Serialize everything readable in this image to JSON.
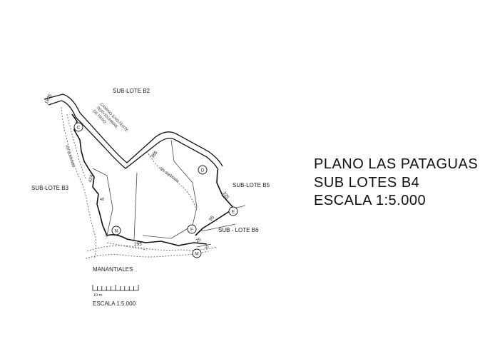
{
  "map": {
    "labels": {
      "sub_lote_b2": "SUB-LOTE B2",
      "sub_lote_b3": "SUB-LOTE B3",
      "sub_lote_b5": "SUB-LOTE B5",
      "sub_lote_b6": "SUB - LOTE B6",
      "manantiales": "MANANTIALES",
      "road_line1": "CAMINO EXISTENTE",
      "road_line2": "SERVIDUMBRE",
      "road_line3": "DE PASO",
      "quebrada_west": "eje quebrada",
      "quebrada_center": "eje quebrada"
    },
    "elevations": {
      "e1895": "1895",
      "e385": "385",
      "e424": "424",
      "e335": "335",
      "e95": "95",
      "e295": "295",
      "e25": "25",
      "e20": "20",
      "e40": "40",
      "e0": "0"
    },
    "vertices": {
      "c": "C",
      "d": "D",
      "e": "E",
      "f": "F",
      "m": "M",
      "n": "N"
    },
    "scale_bar": {
      "unit": "10 m.",
      "caption": "ESCALA 1:5.000",
      "divisions": 10
    }
  },
  "title": {
    "line1": "PLANO LAS PATAGUAS",
    "line2": "SUB LOTES B4",
    "line3": "ESCALA 1:5.000"
  }
}
